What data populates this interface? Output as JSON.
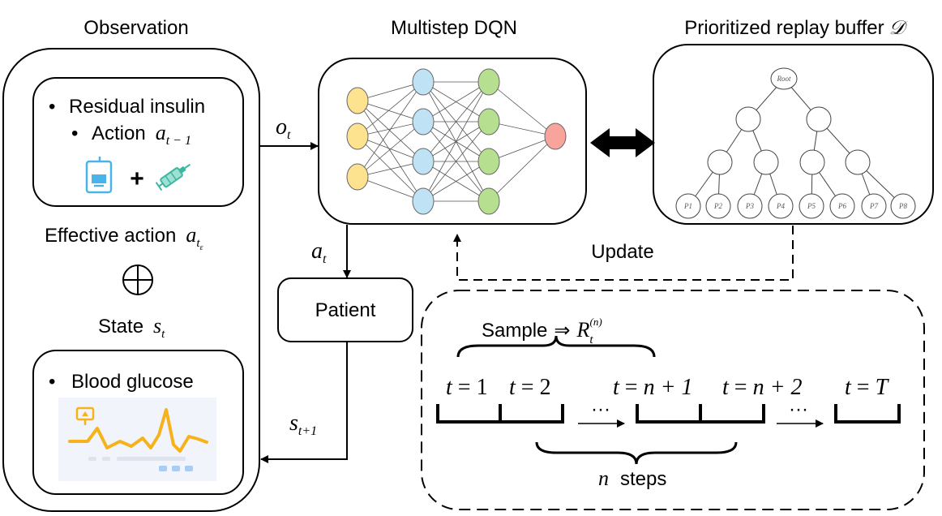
{
  "titles": {
    "observation": "Observation",
    "dqn": "Multistep DQN",
    "buffer": "Prioritized replay buffer",
    "buffer_symbol": "𝒟"
  },
  "observation": {
    "residual_insulin": "Residual insulin",
    "action_label": "Action",
    "action_symbol": "a",
    "action_sub": "t − 1",
    "effective_action": "Effective action",
    "effective_symbol": "a",
    "effective_sub": "t",
    "effective_subsub": "ε",
    "oplus": "⊕",
    "state_label": "State",
    "state_symbol": "s",
    "state_sub": "t",
    "blood_glucose": "Blood glucose",
    "bullet": "•",
    "plus": "+"
  },
  "flow": {
    "o_symbol": "o",
    "o_sub": "t",
    "a_symbol": "a",
    "a_sub": "t",
    "s_symbol": "s",
    "s_sub": "t+1",
    "patient": "Patient",
    "update": "Update"
  },
  "tree": {
    "root": "Root",
    "leaves": [
      "P1",
      "P2",
      "P3",
      "P4",
      "P5",
      "P6",
      "P7",
      "P8"
    ]
  },
  "sampling": {
    "sample_label": "Sample",
    "implies": "⇒",
    "r_symbol": "R",
    "r_sub": "t",
    "r_sup": "(n)",
    "steps": [
      {
        "t": "t",
        "eq": " = ",
        "val": "1"
      },
      {
        "t": "t",
        "eq": " = ",
        "val": "2"
      },
      {
        "t": "t",
        "eq": " = ",
        "val": "n + 1"
      },
      {
        "t": "t",
        "eq": " = ",
        "val": "n + 2"
      },
      {
        "t": "t",
        "eq": " = ",
        "val": "T"
      }
    ],
    "ellipsis": "···",
    "n_symbol": "n",
    "n_steps_label": "steps"
  },
  "colors": {
    "input_node": "#fde28f",
    "hidden1_node": "#bfe3f5",
    "hidden2_node": "#b6e08f",
    "output_node": "#f8a39b",
    "glucose_line": "#f5b21b",
    "icon_blue": "#4ab3ea",
    "icon_teal": "#3bb8a2"
  }
}
